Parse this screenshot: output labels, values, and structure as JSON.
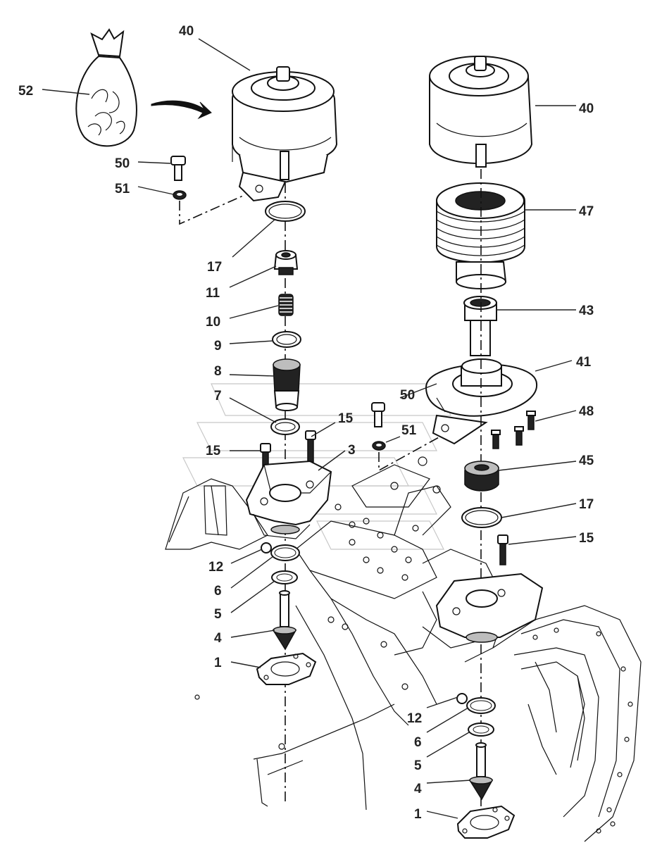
{
  "callouts": {
    "l_52": "52",
    "l_40a": "40",
    "l_50a": "50",
    "l_51a": "51",
    "l_17a": "17",
    "l_11": "11",
    "l_10": "10",
    "l_9": "9",
    "l_8": "8",
    "l_7": "7",
    "l_15a": "15",
    "l_15b": "15",
    "l_3": "3",
    "l_12a": "12",
    "l_6a": "6",
    "l_5a": "5",
    "l_4a": "4",
    "l_1a": "1",
    "l_40b": "40",
    "l_47": "47",
    "l_43": "43",
    "l_41": "41",
    "l_50b": "50",
    "l_48": "48",
    "l_51b": "51",
    "l_45": "45",
    "l_17b": "17",
    "l_15c": "15",
    "l_12b": "12",
    "l_6b": "6",
    "l_5b": "5",
    "l_4b": "4",
    "l_1b": "1"
  },
  "colors": {
    "line": "#111111",
    "label": "#222222",
    "watermark": "#c8c8c8"
  }
}
